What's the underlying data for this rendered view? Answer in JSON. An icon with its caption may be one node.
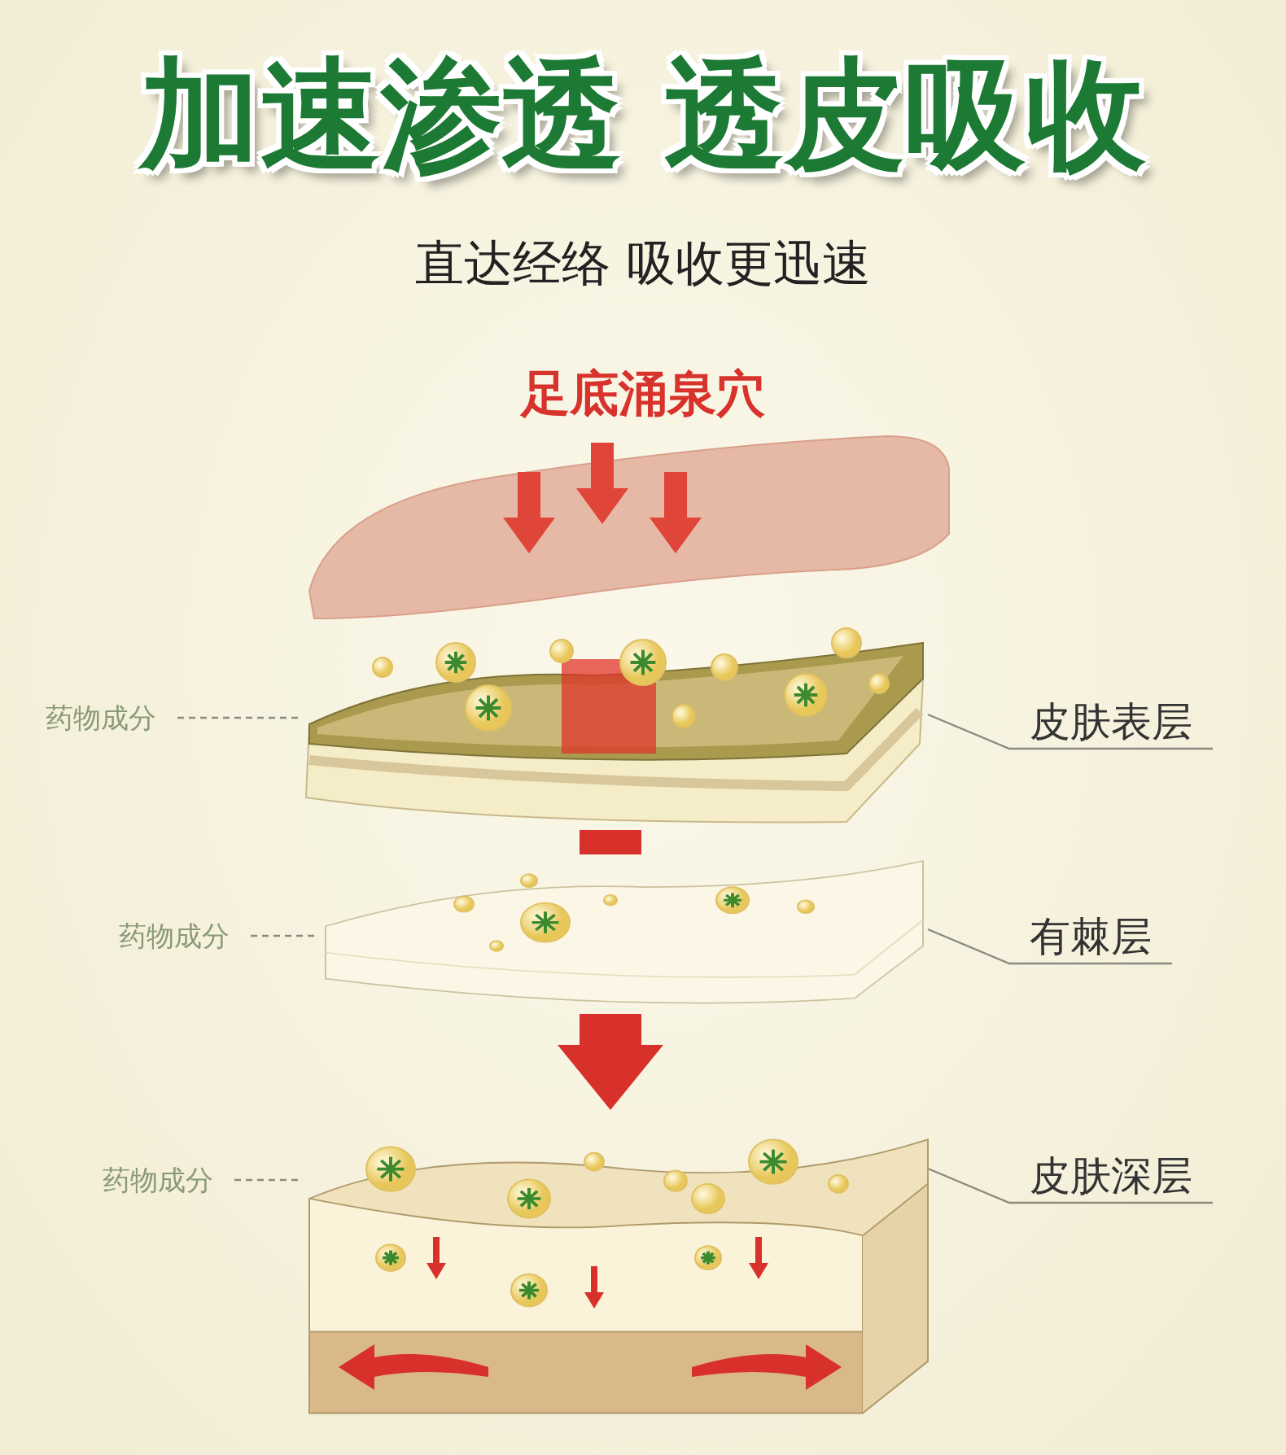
{
  "diagram": {
    "title": "加速渗透 透皮吸收",
    "nodes": [
      {
        "text": [],
        "shape": "picture",
        "beside": [
          "足底涌泉穴"
        ]
      },
      {
        "text": [],
        "shape": "picture"
      },
      {
        "text": [],
        "shape": "picture"
      },
      {
        "text": [],
        "shape": "picture"
      },
      {
        "text": [
          "皮肤表层"
        ]
      },
      {
        "text": [
          "有棘层"
        ]
      },
      {
        "text": [
          "皮肤深层"
        ]
      },
      {
        "text": [
          "药物成分"
        ]
      },
      {
        "text": [
          "药物成分"
        ]
      },
      {
        "text": [
          "药物成分"
        ]
      }
    ],
    "edges": [
      {
        "from": 4,
        "to": 1,
        "arrow": "none"
      },
      {
        "from": 5,
        "to": 2,
        "arrow": "none"
      },
      {
        "from": 6,
        "to": 3,
        "arrow": "none"
      },
      {
        "from": 7,
        "to": 1,
        "arrow": "none",
        "style": "dashed"
      },
      {
        "from": 8,
        "to": 2,
        "arrow": "none",
        "style": "dashed"
      },
      {
        "from": 9,
        "to": 3,
        "arrow": "none",
        "style": "dashed"
      },
      {
        "from": 1,
        "to": 2,
        "arrow": "none",
        "style": "thick",
        "color": "#d8302a"
      },
      {
        "from": 2,
        "to": 3,
        "arrow": "to",
        "style": "thick",
        "color": "#d8302a"
      }
    ],
    "labels": [
      "直达经络 吸收更迅速"
    ]
  }
}
